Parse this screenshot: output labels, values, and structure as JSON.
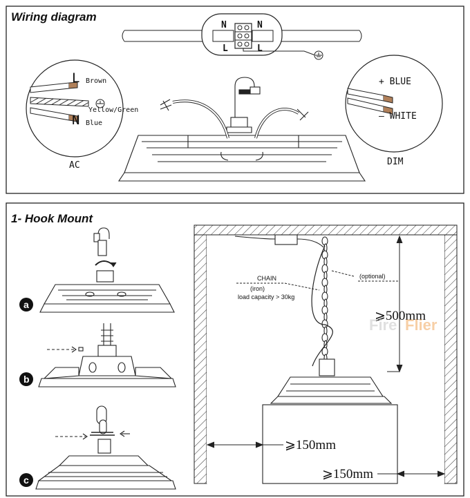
{
  "wiring": {
    "title": "Wiring diagram",
    "terminal": {
      "top_left": "N",
      "top_right": "N",
      "bottom_left": "L",
      "bottom_right": "L"
    },
    "ac": {
      "line_letter": "L",
      "line_color": "Brown",
      "earth_color": "Yellow/Green",
      "neutral_letter": "N",
      "neutral_color": "Blue",
      "caption": "AC"
    },
    "dim": {
      "plus": "+ BLUE",
      "minus": "– WHITE",
      "caption": "DIM"
    }
  },
  "hook": {
    "title": "1- Hook Mount",
    "steps": [
      "a",
      "b",
      "c"
    ],
    "chain_label": "CHAIN",
    "chain_material": "(iron)",
    "chain_capacity": "load capacity > 30kg",
    "optional": "(optional)",
    "clearance_top": "⩾500mm",
    "clearance_side": "⩾150mm",
    "clearance_bottom": "⩾150mm",
    "watermark_a": "Fire",
    "watermark_b": "Flier"
  },
  "colors": {
    "wire_brown": "#a0522d",
    "wire_blue": "#2a4f9a",
    "watermark": "#f0a050"
  }
}
